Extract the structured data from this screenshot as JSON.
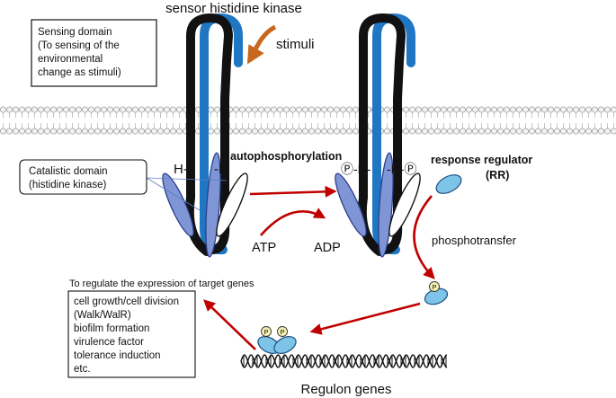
{
  "title": "sensor histidine kinase",
  "stimuli_label": "stimuli",
  "sensing_box": {
    "lines": [
      "Sensing domain",
      "(To sensing of the",
      "environmental",
      "change as stimuli)"
    ]
  },
  "catalytic_box": {
    "lines": [
      "Catalistic domain",
      "(histidine kinase)"
    ]
  },
  "left_his": {
    "left": "H-",
    "right": "-H"
  },
  "right_his": {
    "left": "Ⓟ-H-",
    "right": "-H-Ⓟ"
  },
  "autophosphorylation_label": "autophosphorylation",
  "atp_label": "ATP",
  "adp_label": "ADP",
  "rr_label": {
    "line1": "response regulator",
    "line2": "(RR)"
  },
  "phosphotransfer_label": "phosphotransfer",
  "phospho_symbol": "P",
  "regulate_label": "To regulate the expression of target genes",
  "genes_box": {
    "lines": [
      "cell growth/cell division",
      "(Walk/WalR)",
      "biofilm formation",
      "virulence factor",
      "tolerance induction",
      "etc."
    ]
  },
  "regulon_label": "Regulon genes",
  "colors": {
    "black_strand": "#111111",
    "blue_strand": "#1f77c4",
    "catalytic_fill": "#7f95d6",
    "rr_fill": "#7ec3e8",
    "arrow_red": "#c00000",
    "stimuli_arrow": "#c8671e",
    "phosphate_fill": "#f4eeb0",
    "membrane": "#bbbbbb"
  }
}
